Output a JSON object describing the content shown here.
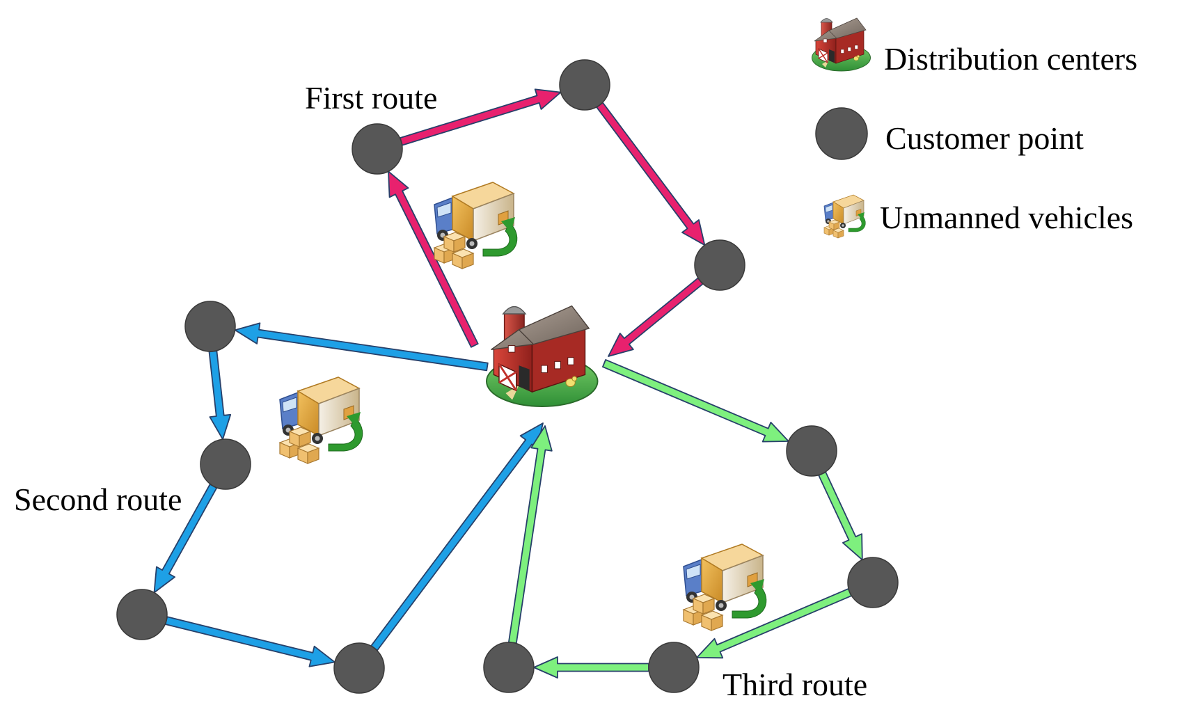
{
  "routes": [
    {
      "name": "First route",
      "color": "#e8216e"
    },
    {
      "name": "Second route",
      "color": "#1ea0e6"
    },
    {
      "name": "Third route",
      "color": "#7ef07e"
    }
  ],
  "legend": {
    "distribution_centers": "Distribution centers",
    "customer_point": "Customer point",
    "unmanned_vehicles": "Unmanned vehicles"
  },
  "colors": {
    "customer_point": "#575757",
    "arrow_outline": "#27406a",
    "barn_red": "#b8302a",
    "barn_roof": "#8a7d74",
    "ground": "#4db54b",
    "truck_box": "#e0a040",
    "truck_cab": "#4a6ab0",
    "return_arrow": "#2e9a2e"
  },
  "icons": [
    "barn-icon",
    "truck-icon",
    "customer-point-icon"
  ]
}
